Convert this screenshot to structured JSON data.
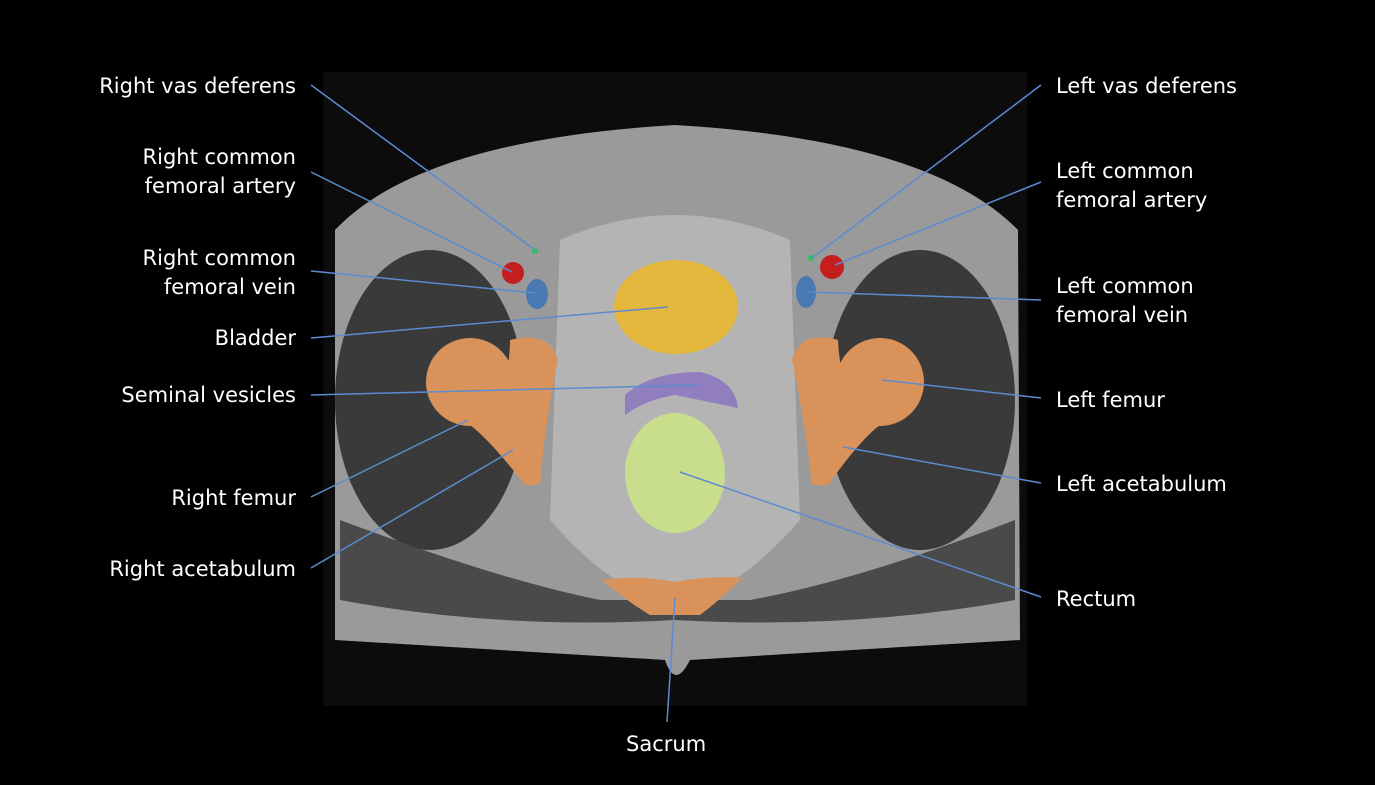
{
  "labels": {
    "right_vas_deferens": "Right vas deferens",
    "right_cfa_1": "Right common",
    "right_cfa_2": "femoral artery",
    "right_cfv_1": "Right common",
    "right_cfv_2": "femoral vein",
    "bladder": "Bladder",
    "seminal_vesicles": "Seminal vesicles",
    "right_femur": "Right femur",
    "right_acetabulum": "Right acetabulum",
    "left_vas_deferens": "Left vas deferens",
    "left_cfa_1": "Left common",
    "left_cfa_2": "femoral artery",
    "left_cfv_1": "Left common",
    "left_cfv_2": "femoral vein",
    "left_femur": "Left femur",
    "left_acetabulum": "Left acetabulum",
    "rectum": "Rectum",
    "sacrum": "Sacrum"
  },
  "colors": {
    "leader": "#5b8bd0",
    "bladder": "#e8b830",
    "bone": "#d9935a",
    "seminal": "#8c78c0",
    "rectum": "#c8de8c",
    "artery": "#c41e1e",
    "vein": "#4a78b0",
    "vas": "#30c060"
  }
}
